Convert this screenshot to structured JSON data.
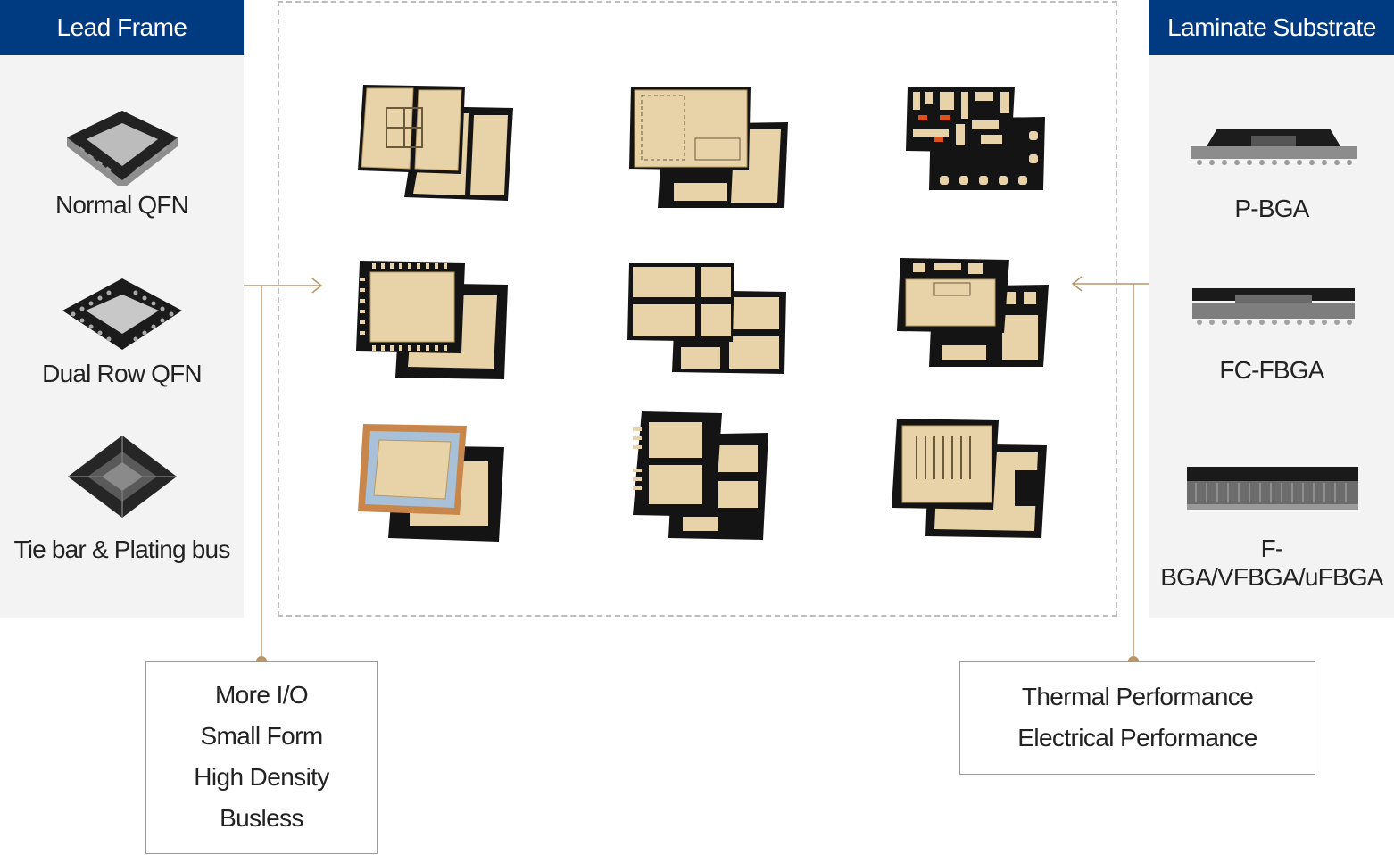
{
  "lead_frame": {
    "title": "Lead Frame",
    "packages": [
      {
        "label": "Normal QFN",
        "icon": "normal-qfn-icon"
      },
      {
        "label": "Dual Row QFN",
        "icon": "dual-row-qfn-icon"
      },
      {
        "label": "Tie bar & Plating bus",
        "icon": "tie-bar-plating-bus-icon"
      }
    ]
  },
  "laminate_substrate": {
    "title": "Laminate Substrate",
    "packages": [
      {
        "label": "P-BGA",
        "icon": "p-bga-icon"
      },
      {
        "label": "FC-FBGA",
        "icon": "fc-fbga-icon"
      },
      {
        "label": "F-BGA/VFBGA/uFBGA",
        "icon": "f-bga-icon"
      }
    ]
  },
  "left_callout": {
    "lines": [
      "More I/O",
      "Small Form",
      "High Density",
      "Busless"
    ]
  },
  "right_callout": {
    "lines": [
      "Thermal Performance",
      "Electrical Performance"
    ]
  },
  "colors": {
    "header_bg": "#003a80",
    "panel_bg": "#f3f3f3",
    "connector": "#b8966a",
    "gold": "#e8d3a8",
    "gold_edge": "#b89860",
    "chip_black": "#141414"
  }
}
